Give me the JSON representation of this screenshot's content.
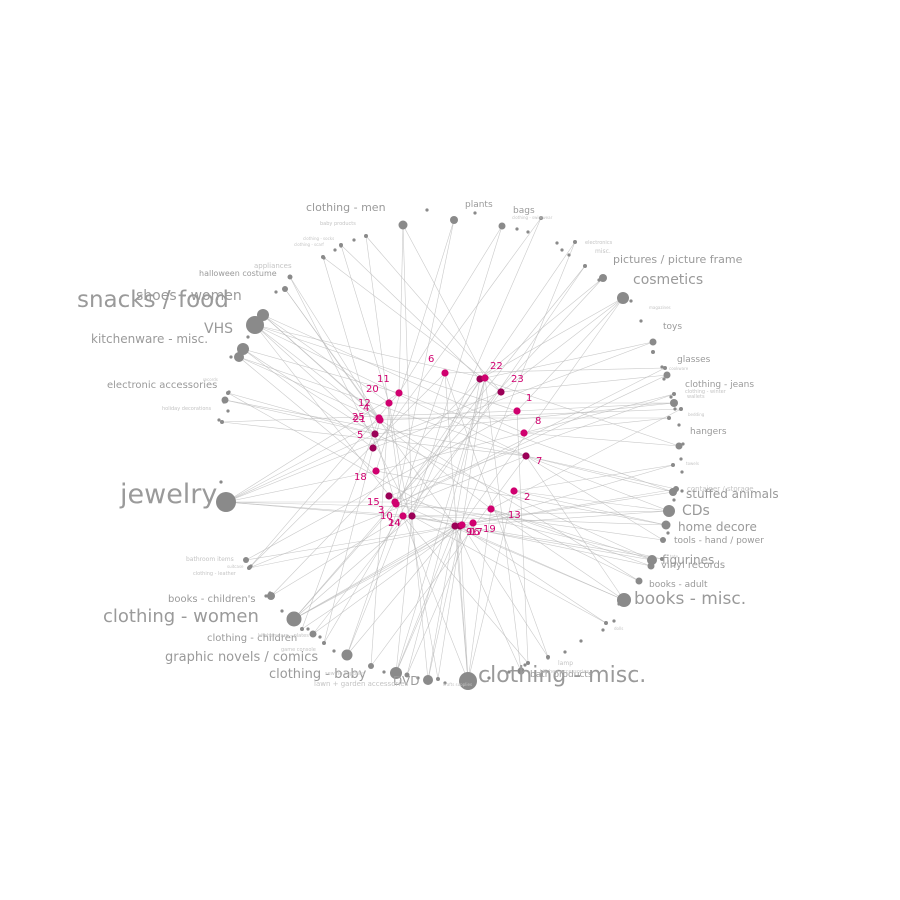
{
  "colors": {
    "category": "#8a8a8a",
    "label": "#9a9a9a",
    "hub": "#d0006f",
    "hub_dark": "#9b0057",
    "edge": "#b8b8b8"
  },
  "categories": [
    {
      "label": "jewelry",
      "weight": 5
    },
    {
      "label": "snacks / food",
      "weight": 5
    },
    {
      "label": "clothing - misc.",
      "weight": 5
    },
    {
      "label": "clothing - women",
      "weight": 4
    },
    {
      "label": "books - misc.",
      "weight": 4
    },
    {
      "label": "cosmetics",
      "weight": 3
    },
    {
      "label": "CDs",
      "weight": 3
    },
    {
      "label": "VHS",
      "weight": 3
    },
    {
      "label": "shoes - women",
      "weight": 3
    },
    {
      "label": "graphic novels / comics",
      "weight": 3
    },
    {
      "label": "clothing - baby",
      "weight": 3
    },
    {
      "label": "DVD",
      "weight": 3
    },
    {
      "label": "kitchenware - misc.",
      "weight": 2
    },
    {
      "label": "home decore",
      "weight": 2
    },
    {
      "label": "figurines",
      "weight": 2
    },
    {
      "label": "stuffed animals",
      "weight": 2
    },
    {
      "label": "clothing - men",
      "weight": 2
    },
    {
      "label": "pictures / picture frame",
      "weight": 2
    },
    {
      "label": "electronic accessories",
      "weight": 1
    },
    {
      "label": "books - children's",
      "weight": 1
    },
    {
      "label": "clothing - children",
      "weight": 1
    },
    {
      "label": "vinyl records",
      "weight": 1
    },
    {
      "label": "tools - hand / power",
      "weight": 1
    },
    {
      "label": "clothing - jeans",
      "weight": 1
    },
    {
      "label": "hangers",
      "weight": 1
    },
    {
      "label": "glasses",
      "weight": 1
    },
    {
      "label": "toys",
      "weight": 1
    },
    {
      "label": "books - adult",
      "weight": 1
    },
    {
      "label": "halloween costume",
      "weight": 1
    },
    {
      "label": "plants",
      "weight": 1
    },
    {
      "label": "bags",
      "weight": 1
    },
    {
      "label": "bath products",
      "weight": 1
    },
    {
      "label": "lawn + garden accessories",
      "weight": 1
    },
    {
      "label": "container / storage",
      "weight": 1
    },
    {
      "label": "appliances",
      "weight": 1
    },
    {
      "label": "bathroom items",
      "weight": 1
    },
    {
      "label": "holiday decorations",
      "weight": 1
    },
    {
      "label": "baby products",
      "weight": 1
    },
    {
      "label": "misc.",
      "weight": 1
    },
    {
      "label": "lamp",
      "weight": 1
    },
    {
      "label": "game console",
      "weight": 1
    },
    {
      "label": "clothing - winter",
      "weight": 1
    },
    {
      "label": "sewing supplies",
      "weight": 1
    },
    {
      "label": "kitchenware - plates",
      "weight": 1
    },
    {
      "label": "clothing - leather",
      "weight": 1
    },
    {
      "label": "wallets",
      "weight": 1
    },
    {
      "label": "electronics",
      "weight": 1
    },
    {
      "label": "towels",
      "weight": 1
    },
    {
      "label": "crafts supplies",
      "weight": 1
    },
    {
      "label": "clothing - swimwear",
      "weight": 1
    },
    {
      "label": "records",
      "weight": 1
    },
    {
      "label": "kitchen accessories",
      "weight": 1
    },
    {
      "label": "bedding",
      "weight": 1
    },
    {
      "label": "clothing - scarf",
      "weight": 1
    },
    {
      "label": "clothing - socks",
      "weight": 1
    },
    {
      "label": "tote",
      "weight": 1
    },
    {
      "label": "suitcase",
      "weight": 1
    },
    {
      "label": "dolls",
      "weight": 1
    },
    {
      "label": "cookware",
      "weight": 1
    },
    {
      "label": "magazines",
      "weight": 1
    }
  ],
  "hubs": [
    {
      "label": "1"
    },
    {
      "label": "2"
    },
    {
      "label": "3"
    },
    {
      "label": "4"
    },
    {
      "label": "5"
    },
    {
      "label": "6"
    },
    {
      "label": "7"
    },
    {
      "label": "8"
    },
    {
      "label": "9"
    },
    {
      "label": "10"
    },
    {
      "label": "11"
    },
    {
      "label": "12"
    },
    {
      "label": "13"
    },
    {
      "label": "14"
    },
    {
      "label": "15"
    },
    {
      "label": "16"
    },
    {
      "label": "17"
    },
    {
      "label": "18"
    },
    {
      "label": "19"
    },
    {
      "label": "20"
    },
    {
      "label": "21"
    },
    {
      "label": "22"
    },
    {
      "label": "23"
    },
    {
      "label": "24"
    },
    {
      "label": "25"
    }
  ]
}
